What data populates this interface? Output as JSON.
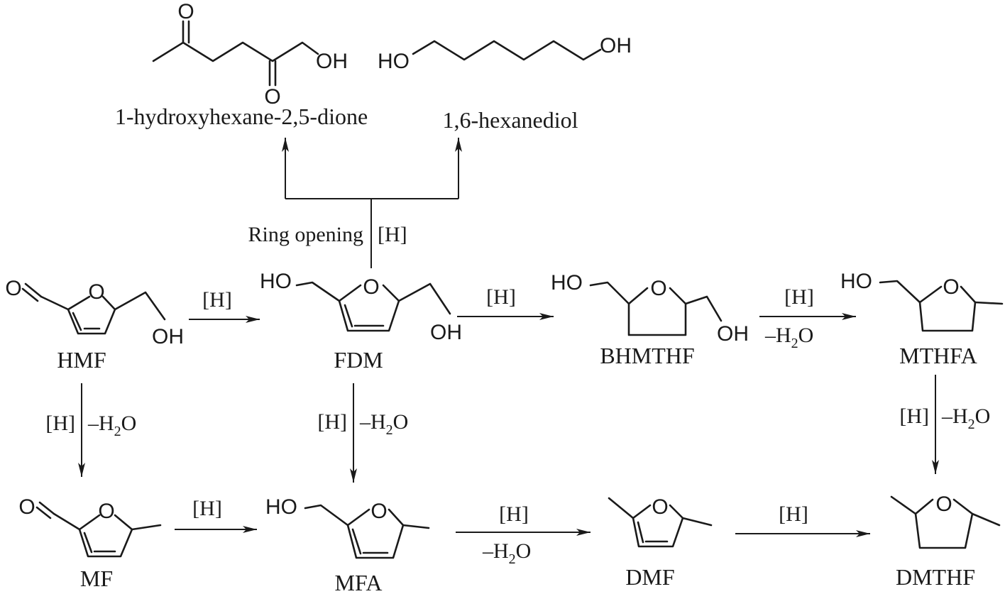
{
  "compounds": {
    "hmf": "HMF",
    "fdm": "FDM",
    "bhmthf": "BHMTHF",
    "mthfa": "MTHFA",
    "mf": "MF",
    "mfa": "MFA",
    "dmf": "DMF",
    "dmthf": "DMTHF",
    "hydroxyhexanedione": "1-hydroxyhexane-2,5-dione",
    "hexanediol": "1,6-hexanediol"
  },
  "atoms": {
    "oxygen": "O",
    "hydroxyl": "OH",
    "hydroxyl_left": "HO"
  },
  "conditions": {
    "hydrogenation": "[H]",
    "dehydration_prefix": "–H",
    "dehydration_subscript": "2",
    "dehydration_suffix": "O",
    "ring_opening": "Ring opening"
  }
}
